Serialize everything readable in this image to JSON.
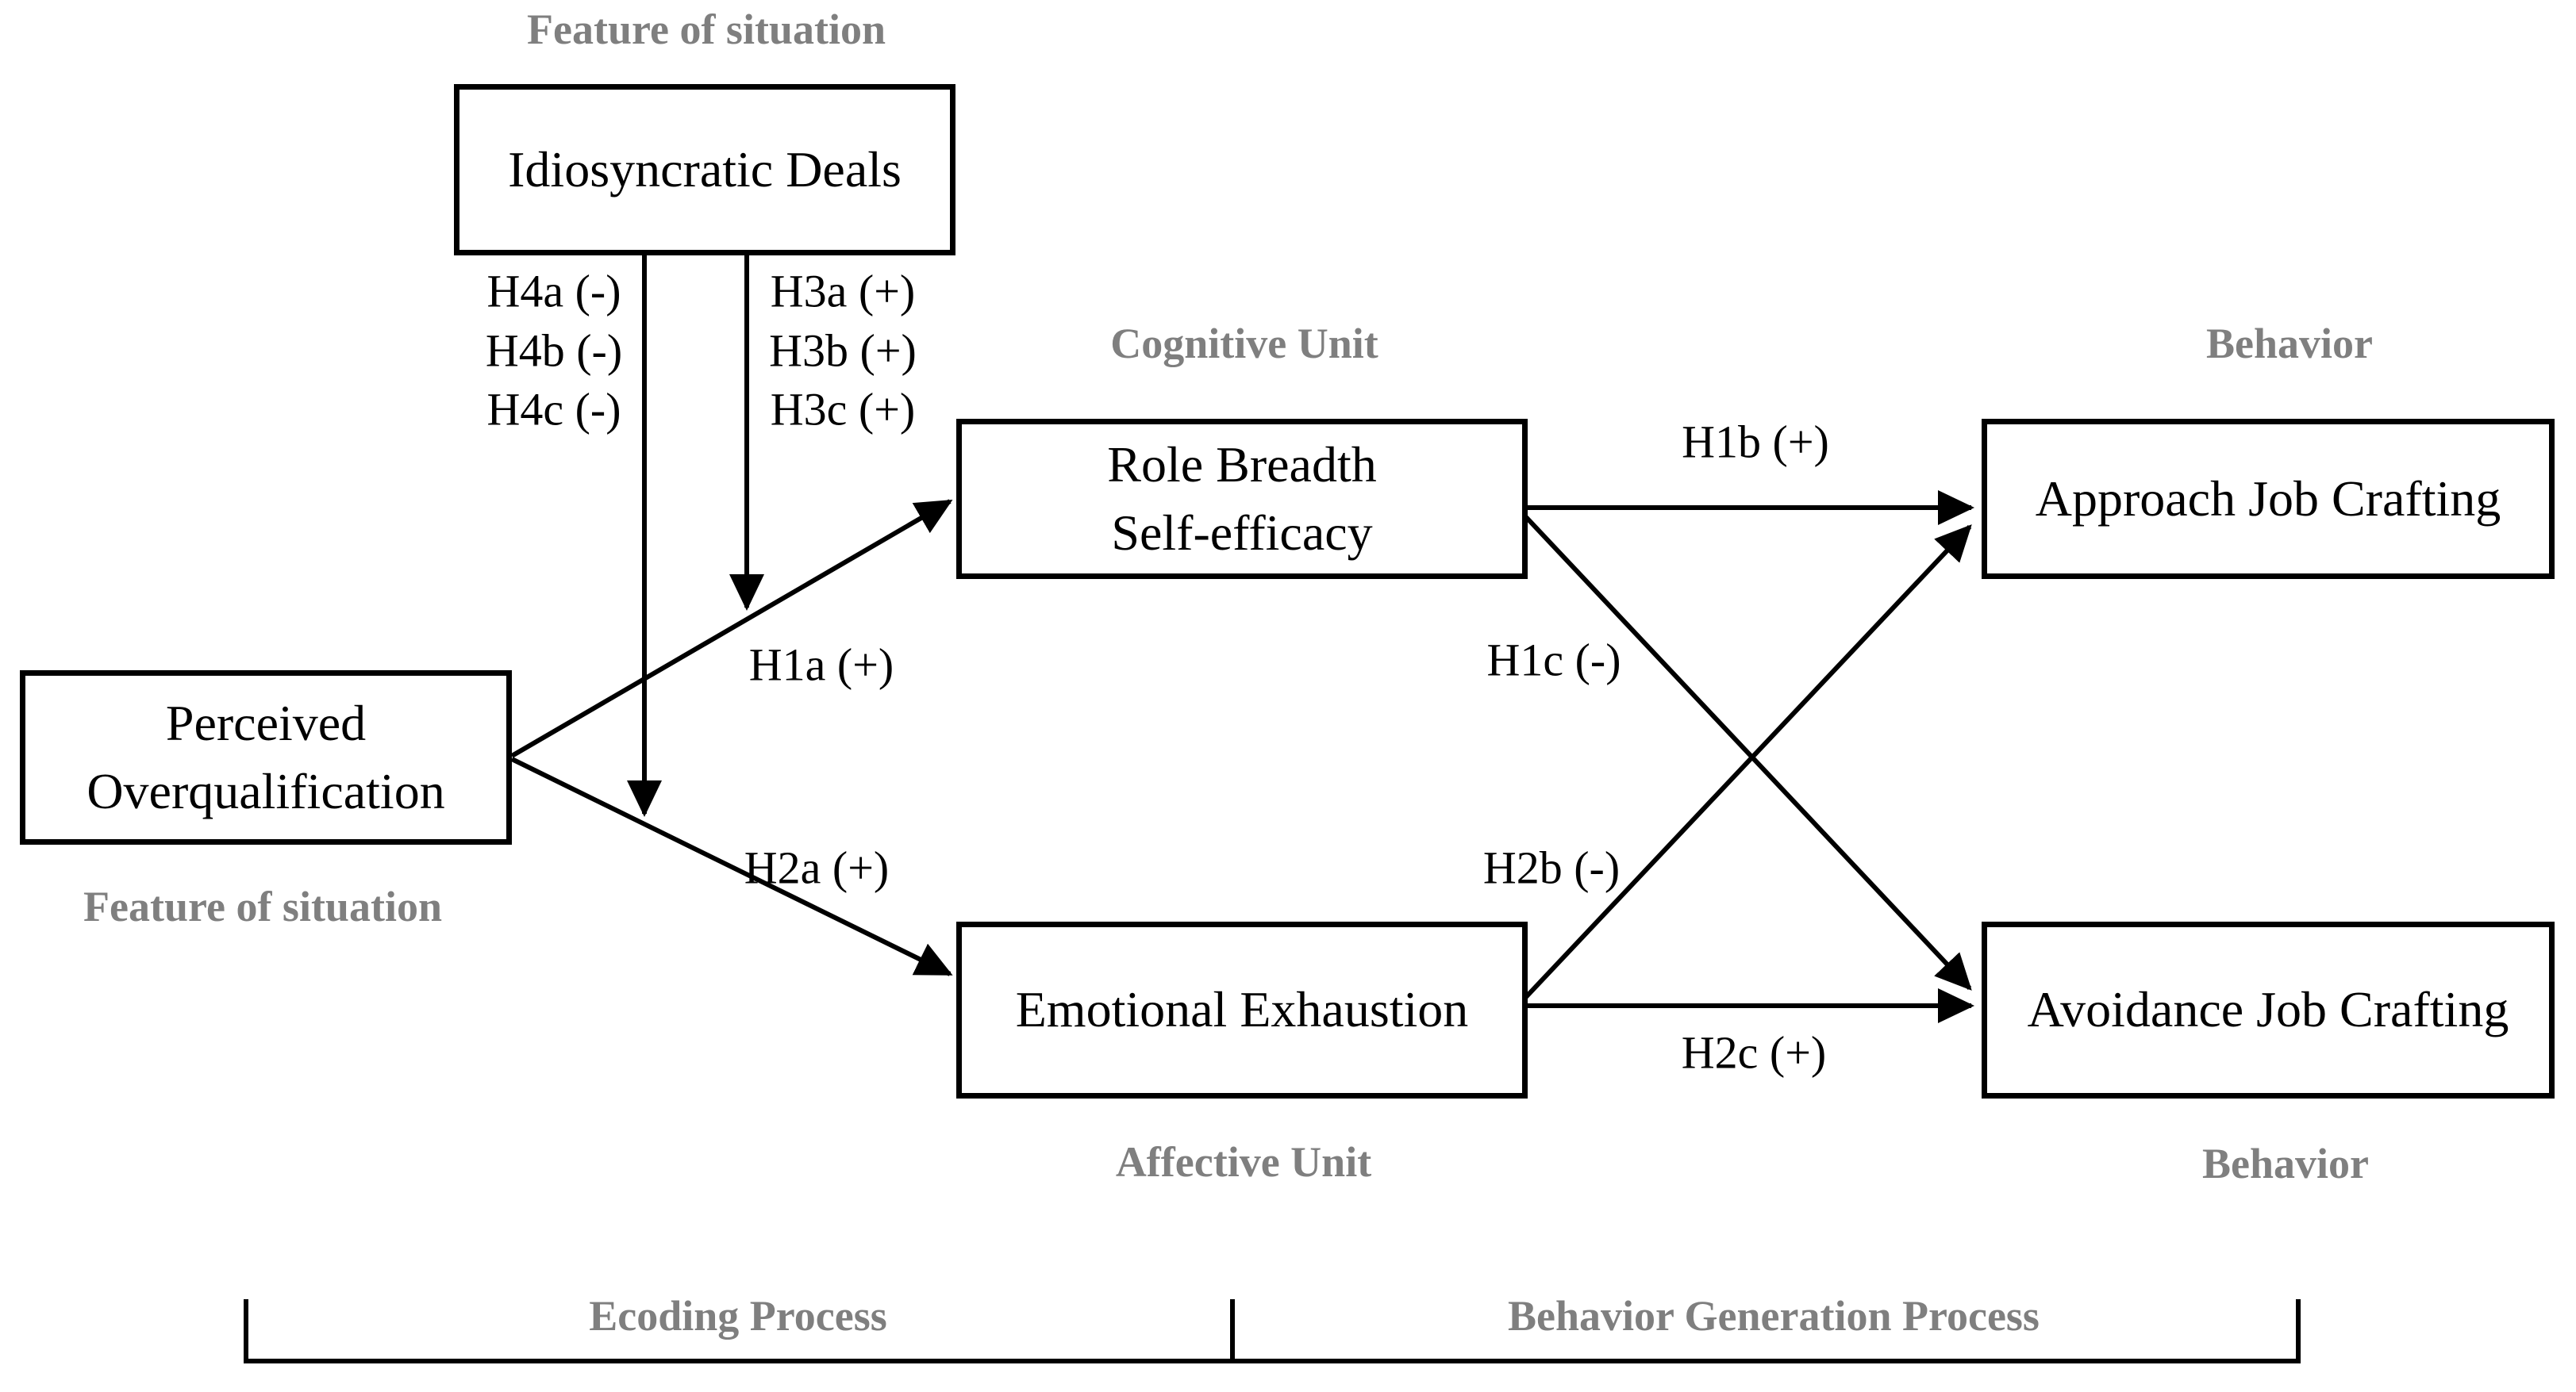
{
  "colors": {
    "background": "#ffffff",
    "line": "#000000",
    "box_border": "#000000",
    "box_text": "#000000",
    "section_label": "#7f7f7f",
    "hypothesis_text": "#000000"
  },
  "nodes": {
    "idiosyncratic_deals": {
      "lines": [
        "Idiosyncratic Deals"
      ]
    },
    "perceived_overqualification": {
      "lines": [
        "Perceived",
        "Overqualification"
      ]
    },
    "role_breadth_self_efficacy": {
      "lines": [
        "Role Breadth",
        "Self-efficacy"
      ]
    },
    "emotional_exhaustion": {
      "lines": [
        "Emotional Exhaustion"
      ]
    },
    "approach_job_crafting": {
      "lines": [
        "Approach Job Crafting"
      ]
    },
    "avoidance_job_crafting": {
      "lines": [
        "Avoidance Job Crafting"
      ]
    }
  },
  "section_labels": {
    "feature_of_situation_top": "Feature of situation",
    "cognitive_unit": "Cognitive Unit",
    "behavior_top": "Behavior",
    "feature_of_situation_left": "Feature of situation",
    "affective_unit": "Affective Unit",
    "behavior_bottom": "Behavior"
  },
  "hypothesis_labels": {
    "h4a": "H4a (-)",
    "h4b": "H4b (-)",
    "h4c": "H4c (-)",
    "h3a": "H3a (+)",
    "h3b": "H3b (+)",
    "h3c": "H3c (+)",
    "h1a": "H1a (+)",
    "h2a": "H2a (+)",
    "h1b": "H1b (+)",
    "h1c": "H1c (-)",
    "h2b": "H2b (-)",
    "h2c": "H2c (+)"
  },
  "process_labels": {
    "encoding_process": "Ecoding Process",
    "behavior_generation_process": "Behavior Generation Process"
  }
}
